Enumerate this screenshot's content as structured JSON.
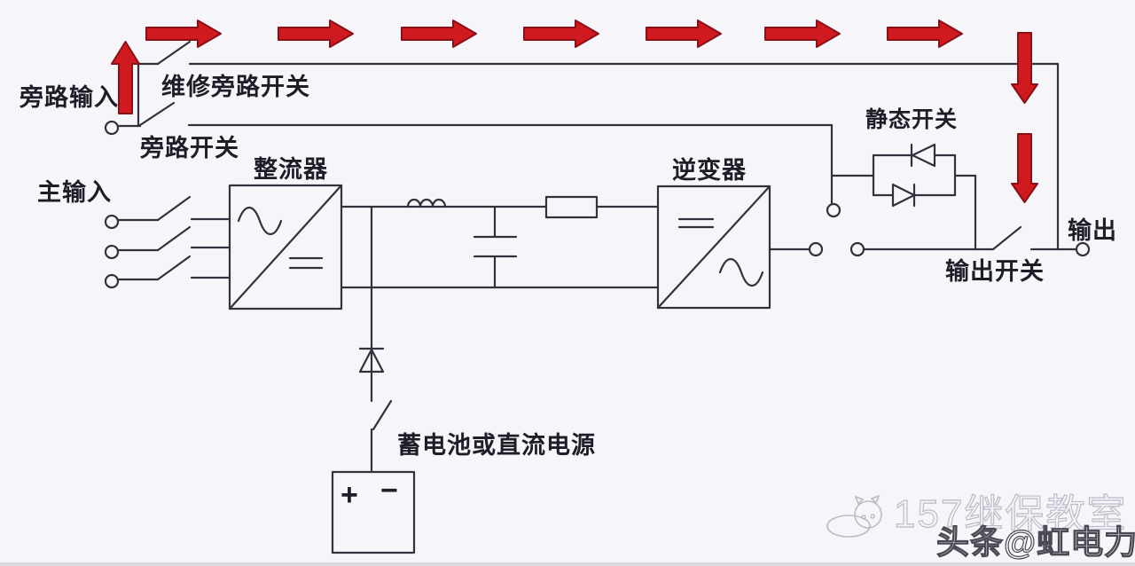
{
  "diagram": {
    "title_context": "UPS circuit diagram",
    "labels": {
      "bypass_input": "旁路输入",
      "maintenance_bypass_switch": "维修旁路开关",
      "bypass_switch": "旁路开关",
      "main_input": "主输入",
      "rectifier": "整流器",
      "inverter": "逆变器",
      "static_switch": "静态开关",
      "output": "输出",
      "output_switch": "输出开关",
      "battery": "蓄电池或直流电源",
      "battery_plus": "+",
      "battery_minus": "−"
    },
    "watermark": {
      "line1": "157继保教室",
      "line2": "头条@虹电力"
    },
    "colors": {
      "background": "#f6f6fa",
      "wire": "#32323f",
      "text": "#1e1e28",
      "arrow_red": "#d01a20",
      "arrow_red_dark": "#8a1016",
      "watermark_light": "#bcbcc8",
      "watermark_dark": "#4a4a55",
      "watermark_fill": "#f4f4f8",
      "bottom_strip": "#d8d8da"
    }
  }
}
